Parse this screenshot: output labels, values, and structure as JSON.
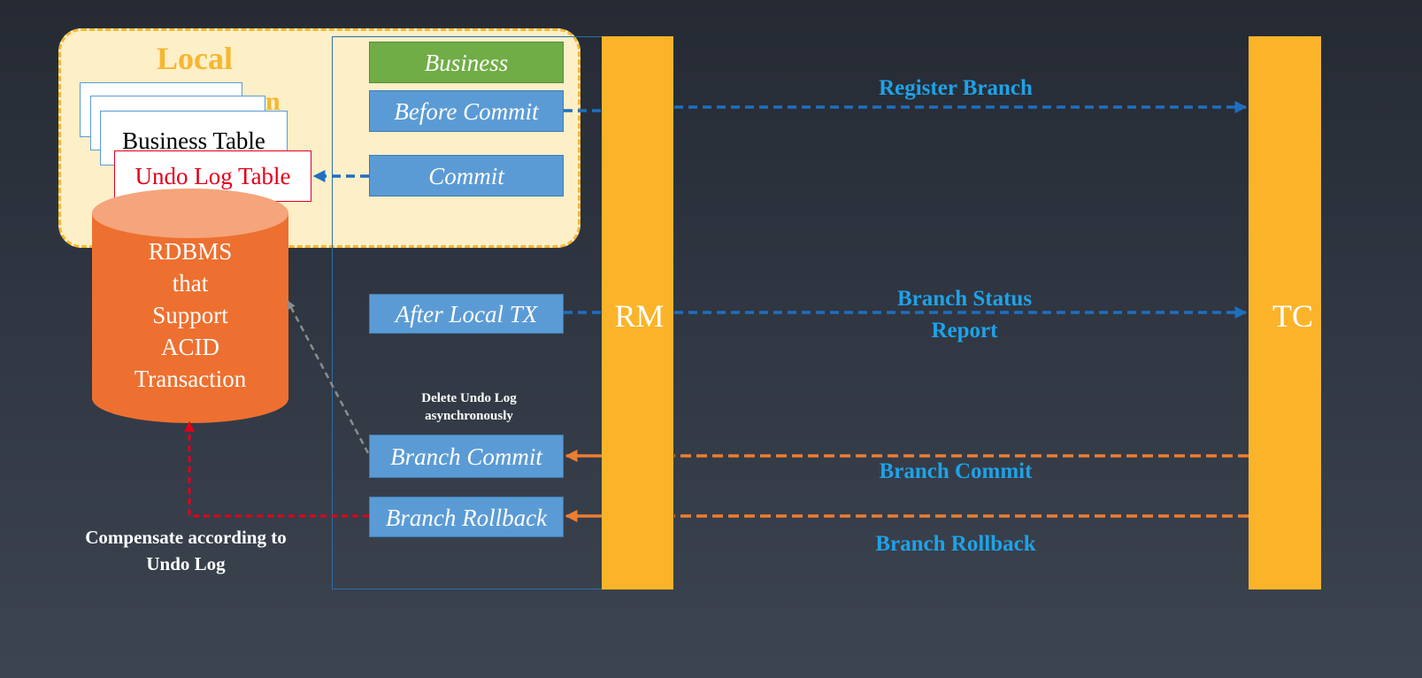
{
  "local": {
    "title": "Local",
    "peek_text": "n",
    "business_table": "Business Table",
    "undo_log_table": "Undo Log Table"
  },
  "database": {
    "lines": [
      "RDBMS",
      "that",
      "Support",
      "ACID",
      "Transaction"
    ]
  },
  "rm": {
    "label": "RM",
    "boxes": {
      "business": "Business",
      "before_commit": "Before Commit",
      "commit": "Commit",
      "after_local_tx": "After Local TX",
      "branch_commit": "Branch Commit",
      "branch_rollback": "Branch Rollback"
    }
  },
  "tc": {
    "label": "TC"
  },
  "messages": {
    "register_branch": "Register Branch",
    "branch_status_lines": [
      "Branch Status",
      "Report"
    ],
    "branch_commit": "Branch Commit",
    "branch_rollback": "Branch Rollback"
  },
  "notes": {
    "delete_undo_lines": [
      "Delete Undo Log",
      "asynchronously"
    ],
    "compensate_lines": [
      "Compensate according to",
      "Undo Log"
    ]
  },
  "colors": {
    "local_fill": "#fdefc7",
    "local_border": "#f5b731",
    "rm_tc_bar": "#fbb42a",
    "box_blue": "#5b9bd5",
    "box_green": "#70ad47",
    "db_orange": "#ed7030",
    "arrow_blue": "#1e6fbf",
    "arrow_orange": "#ed7d31",
    "arrow_red": "#e2001a",
    "message_text": "#1ea2e8"
  }
}
